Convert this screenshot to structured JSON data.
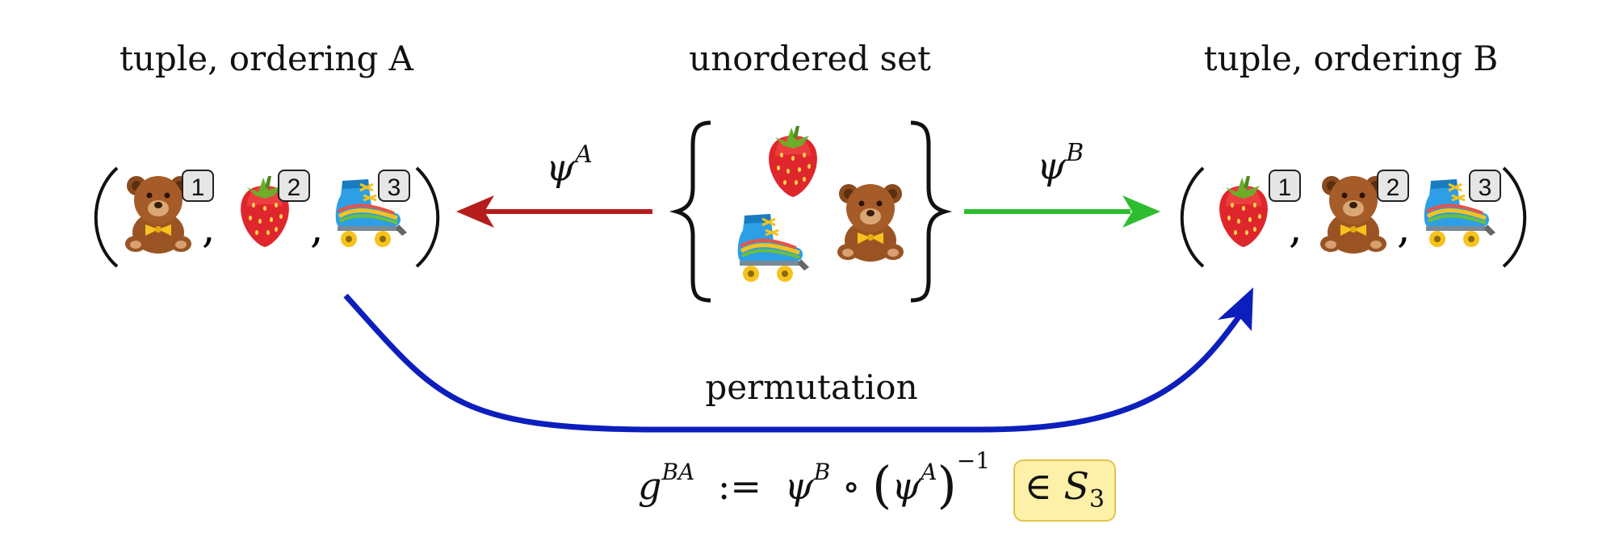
{
  "labels": {
    "left_heading": "tuple, ordering A",
    "center_heading": "unordered set",
    "right_heading": "tuple, ordering B",
    "psi_a": "ψ",
    "psi_a_sup": "A",
    "psi_b": "ψ",
    "psi_b_sup": "B",
    "permutation": "permutation"
  },
  "formula": {
    "g": "g",
    "g_sup": "BA",
    "assign": ":=",
    "psi_b": "ψ",
    "psi_b_sup": "B",
    "compose": "∘",
    "paren_open": "(",
    "psi_a": "ψ",
    "psi_a_sup": "A",
    "paren_close": ")",
    "inverse_sup": "−1",
    "member": "∈",
    "group": "S",
    "group_sub": "3"
  },
  "badges": {
    "left": [
      "1",
      "2",
      "3"
    ],
    "right": [
      "1",
      "2",
      "3"
    ]
  },
  "colors": {
    "arrow_left": "#b51c1c",
    "arrow_right": "#2ebd2e",
    "permutation_arrow": "#0c1fbd",
    "highlight_fill": "#fdf0a8",
    "highlight_border": "#e0c44a"
  },
  "icons": {
    "left_tuple": [
      "teddy-bear-icon",
      "strawberry-icon",
      "roller-skate-icon"
    ],
    "set": [
      "strawberry-icon",
      "roller-skate-icon",
      "teddy-bear-icon"
    ],
    "right_tuple": [
      "strawberry-icon",
      "teddy-bear-icon",
      "roller-skate-icon"
    ]
  }
}
